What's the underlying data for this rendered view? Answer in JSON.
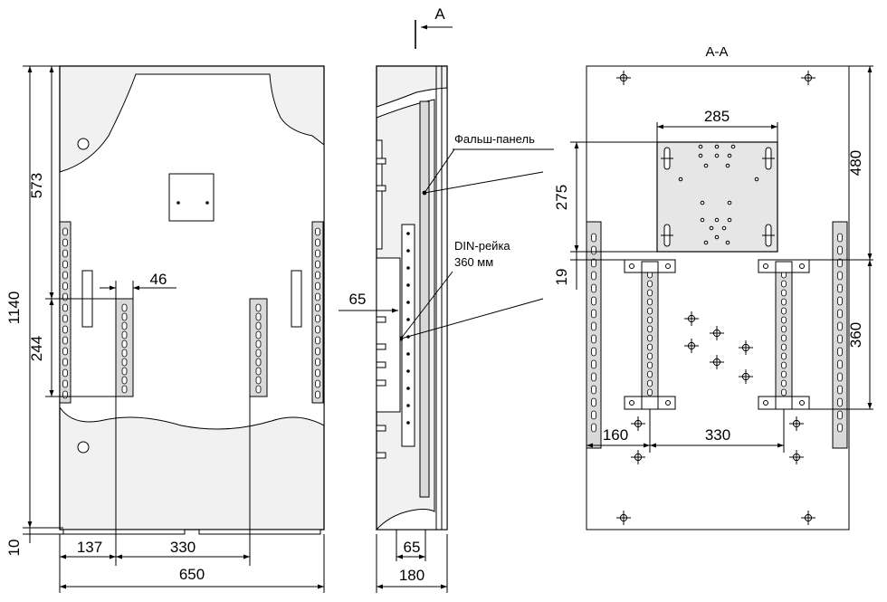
{
  "front_view": {
    "dims": {
      "height_total": "1140",
      "upper": "573",
      "lower": "244",
      "gap": "10",
      "rail_width": "46",
      "offset_left": "137",
      "rail_spacing": "330",
      "width_total": "650"
    }
  },
  "side_view": {
    "section_mark": "A",
    "dims": {
      "rail_offset": "65",
      "bottom_inner": "65",
      "depth": "180"
    },
    "callouts": {
      "false_panel": "Фальш-панель",
      "din_rail_line1": "DIN-рейка",
      "din_rail_line2": "360 мм"
    }
  },
  "section_view": {
    "title": "А-А",
    "dims": {
      "panel_width": "285",
      "panel_height": "275",
      "top_offset": "480",
      "gap": "19",
      "rail_length": "360",
      "left_offset": "160",
      "rail_spacing": "330"
    }
  }
}
